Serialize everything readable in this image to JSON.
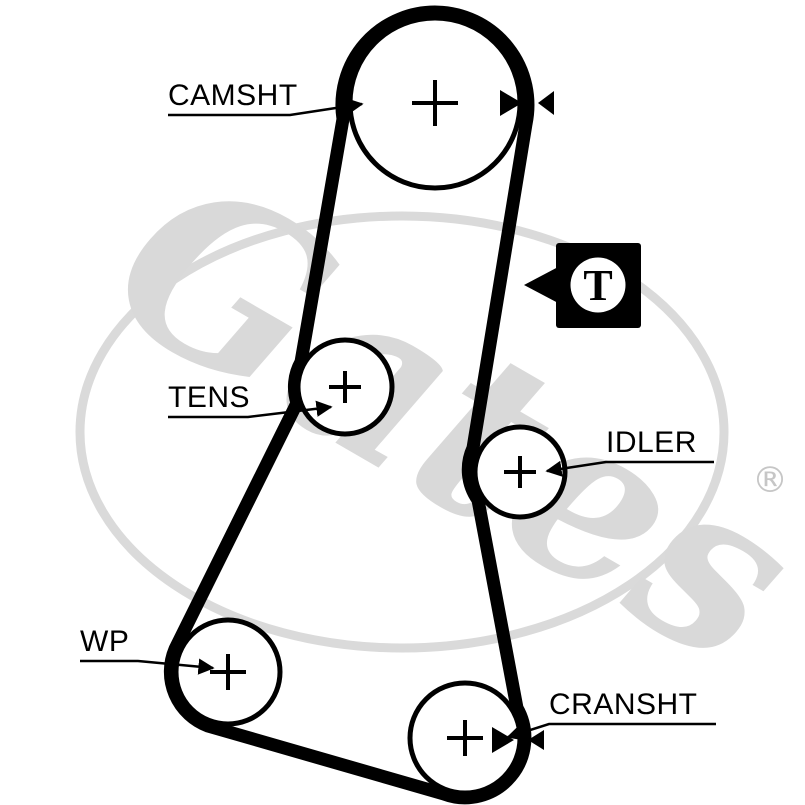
{
  "diagram": {
    "labels": {
      "camshaft": "CAMSHT",
      "tensioner": "TENS",
      "idler": "IDLER",
      "water_pump": "WP",
      "crankshaft": "CRANSHT"
    },
    "timing_marker": "T"
  },
  "watermark": {
    "brand": "Gates",
    "registered": "®"
  },
  "colors": {
    "ink": "#000000",
    "watermark_gray": "#d9d9d9",
    "background": "#ffffff"
  }
}
